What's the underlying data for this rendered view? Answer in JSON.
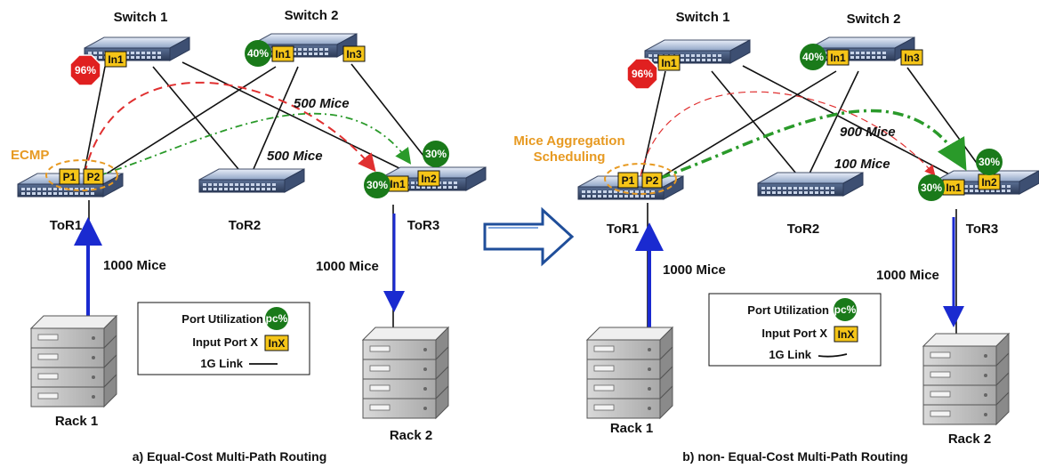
{
  "diagram_a": {
    "switch1": "Switch 1",
    "switch2": "Switch 2",
    "tor1": "ToR1",
    "tor2": "ToR2",
    "tor3": "ToR3",
    "rack1": "Rack 1",
    "rack2": "Rack 2",
    "ecmp": "ECMP",
    "mice_top": "500 Mice",
    "mice_mid": "500 Mice",
    "mice_in": "1000 Mice",
    "mice_out": "1000 Mice",
    "util_s1": "96%",
    "util_s2": "40%",
    "util_t3_in2": "30%",
    "util_t3_in1": "30%",
    "port_s1_in1": "In1",
    "port_s2_in1": "In1",
    "port_s2_in3": "In3",
    "port_t1_p1": "P1",
    "port_t1_p2": "P2",
    "port_t3_in1": "In1",
    "port_t3_in2": "In2",
    "legend_util": "Port Utilization",
    "legend_util_badge": "pc%",
    "legend_port": "Input Port X",
    "legend_port_badge": "InX",
    "legend_link": "1G Link",
    "caption": "a) Equal-Cost Multi-Path Routing"
  },
  "diagram_b": {
    "switch1": "Switch 1",
    "switch2": "Switch 2",
    "tor1": "ToR1",
    "tor2": "ToR2",
    "tor3": "ToR3",
    "rack1": "Rack 1",
    "rack2": "Rack 2",
    "sched_line1": "Mice Aggregation",
    "sched_line2": "Scheduling",
    "mice_top": "900 Mice",
    "mice_mid": "100 Mice",
    "mice_in": "1000 Mice",
    "mice_out": "1000 Mice",
    "util_s1": "96%",
    "util_s2": "40%",
    "util_t3_in2": "30%",
    "util_t3_in1": "30%",
    "port_s1_in1": "In1",
    "port_s2_in1": "In1",
    "port_s2_in3": "In3",
    "port_t1_p1": "P1",
    "port_t1_p2": "P2",
    "port_t3_in1": "In1",
    "port_t3_in2": "In2",
    "legend_util": "Port Utilization",
    "legend_util_badge": "pc%",
    "legend_port": "Input Port X",
    "legend_port_badge": "InX",
    "legend_link": "1G Link",
    "caption": "b) non- Equal-Cost Multi-Path Routing"
  },
  "colors": {
    "high_util": "#e02020",
    "normal_util": "#1a7a1a",
    "port_badge": "#f5c518",
    "flow_red": "#e03030",
    "flow_green": "#2a9a2a",
    "flow_blue": "#1a2ad0",
    "accent_orange": "#e79a22"
  }
}
